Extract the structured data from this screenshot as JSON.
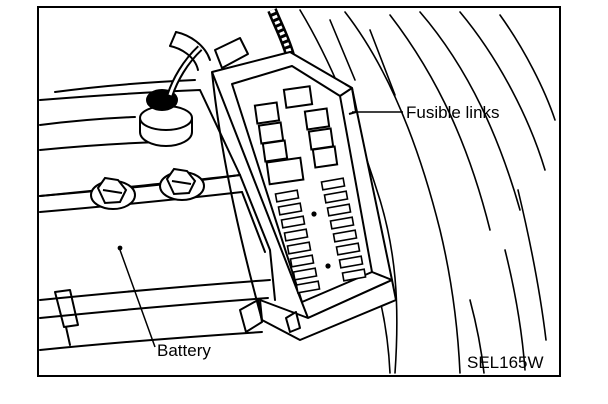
{
  "labels": {
    "fusible_links": "Fusible links",
    "battery": "Battery"
  },
  "figure_code": "SEL165W"
}
